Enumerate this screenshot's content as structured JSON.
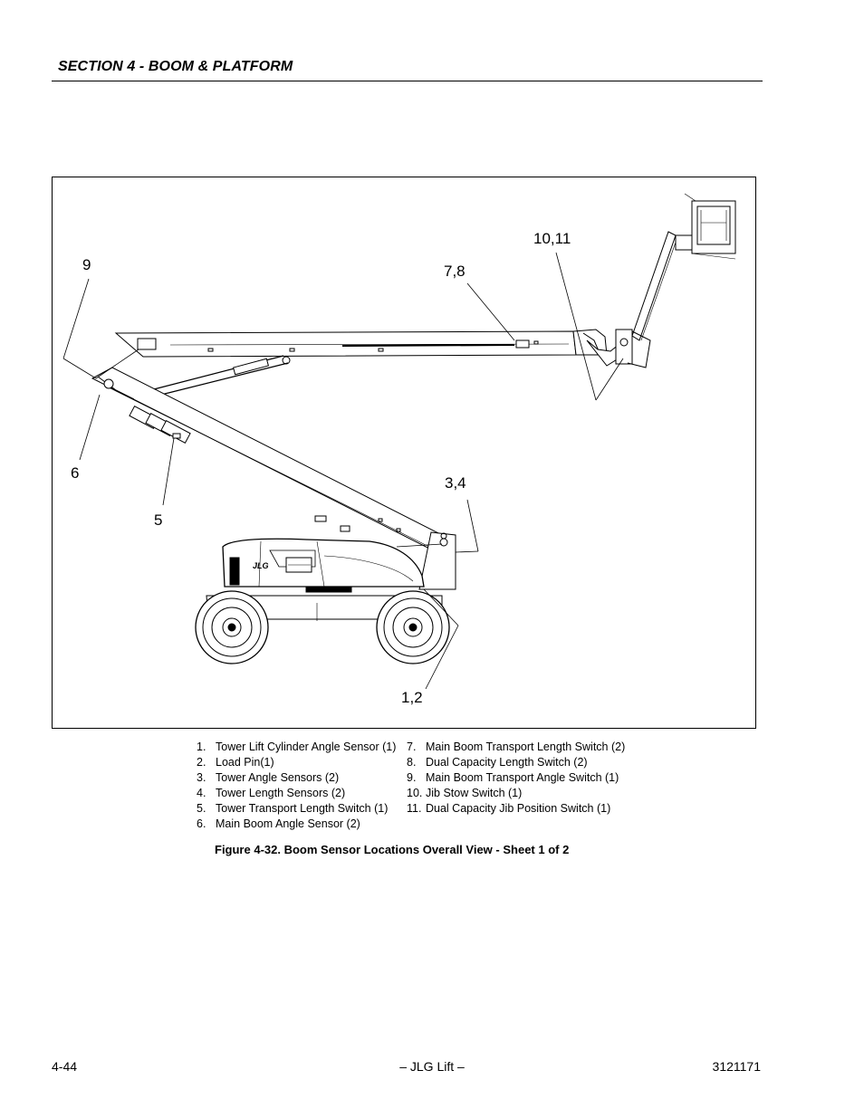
{
  "header": {
    "section_title": "SECTION 4 - BOOM & PLATFORM"
  },
  "figure": {
    "callouts": {
      "c9": "9",
      "c78": "7,8",
      "c1011": "10,11",
      "c6": "6",
      "c5": "5",
      "c34": "3,4",
      "c12": "1,2"
    },
    "legend_left": [
      {
        "num": "1.",
        "label": "Tower Lift Cylinder Angle Sensor (1)"
      },
      {
        "num": "2.",
        "label": "Load Pin(1)"
      },
      {
        "num": "3.",
        "label": "Tower Angle Sensors (2)"
      },
      {
        "num": "4.",
        "label": "Tower Length Sensors (2)"
      },
      {
        "num": "5.",
        "label": "Tower Transport Length Switch (1)"
      },
      {
        "num": "6.",
        "label": "Main Boom Angle Sensor (2)"
      }
    ],
    "legend_right": [
      {
        "num": "7.",
        "label": "Main Boom Transport Length Switch (2)"
      },
      {
        "num": "8.",
        "label": "Dual Capacity Length Switch (2)"
      },
      {
        "num": "9.",
        "label": "Main Boom Transport Angle Switch (1)"
      },
      {
        "num": "10.",
        "label": "Jib Stow Switch (1)"
      },
      {
        "num": "11.",
        "label": "Dual Capacity Jib Position Switch (1)"
      }
    ],
    "caption": "Figure 4-32.  Boom Sensor Locations Overall View - Sheet 1 of 2",
    "logo_text": "JLG"
  },
  "footer": {
    "page_number": "4-44",
    "center": "– JLG Lift –",
    "doc_number": "3121171"
  }
}
